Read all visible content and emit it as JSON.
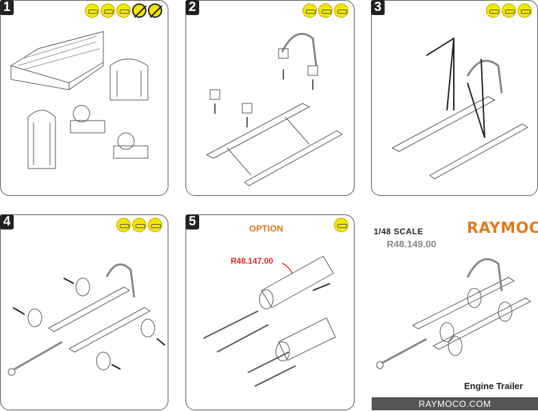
{
  "steps": [
    {
      "number": "1",
      "tools": [
        "cutter-icon",
        "knife-icon",
        "sanding-icon",
        "no-glue-icon",
        "no-paint-icon"
      ]
    },
    {
      "number": "2",
      "tools": [
        "knife-icon",
        "sanding-icon",
        "glue-icon"
      ]
    },
    {
      "number": "3",
      "tools": [
        "knife-icon",
        "sanding-icon",
        "glue-icon"
      ]
    },
    {
      "number": "4",
      "tools": [
        "knife-icon",
        "sanding-icon",
        "glue-icon"
      ]
    },
    {
      "number": "5",
      "tools": [
        "glue-icon"
      ],
      "option_label": "OPTION",
      "part_label": "R48.147.00"
    }
  ],
  "info": {
    "scale": "1/48 SCALE",
    "code": "R48.149.00",
    "logo": "RAYMOCO",
    "product": "Engine Trailer",
    "website": "RAYMOCO.COM"
  },
  "colors": {
    "accent": "#e07a1f",
    "tool_yellow": "#f2e600",
    "part_red": "#e8262a",
    "footer": "#555555"
  }
}
